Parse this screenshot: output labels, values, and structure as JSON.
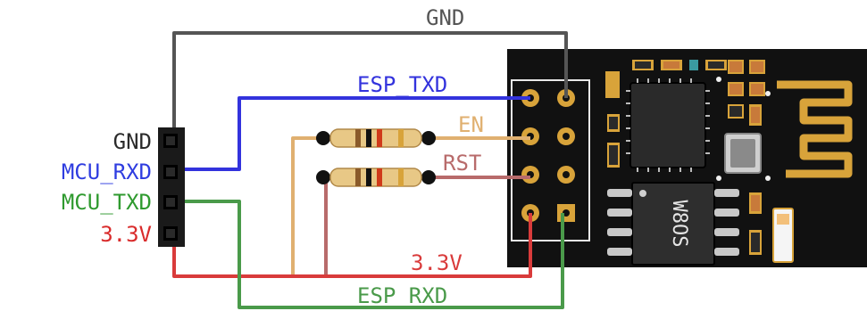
{
  "header_pins": [
    {
      "label": "GND",
      "color": "#2b2b2b"
    },
    {
      "label": "MCU_RXD",
      "color": "#2f3de0"
    },
    {
      "label": "MCU_TXD",
      "color": "#2f9a2f"
    },
    {
      "label": "3.3V",
      "color": "#d92b2b"
    }
  ],
  "wires": {
    "gnd": {
      "label": "GND",
      "color": "#555555"
    },
    "esp_txd": {
      "label": "ESP_TXD",
      "color": "#3333dd"
    },
    "en": {
      "label": "EN",
      "color": "#e0b070"
    },
    "rst": {
      "label": "RST",
      "color": "#b86b6b"
    },
    "v33": {
      "label": "3.3V",
      "color": "#d93b3b"
    },
    "esp_rxd": {
      "label": "ESP_RXD",
      "color": "#4a9a4a"
    }
  },
  "chip": {
    "marking": "W8OS"
  },
  "colors": {
    "board": "#111111",
    "pad": "#d8a33a",
    "silkscreen": "#f0f0f0",
    "chip_body": "#2a2a2a"
  }
}
